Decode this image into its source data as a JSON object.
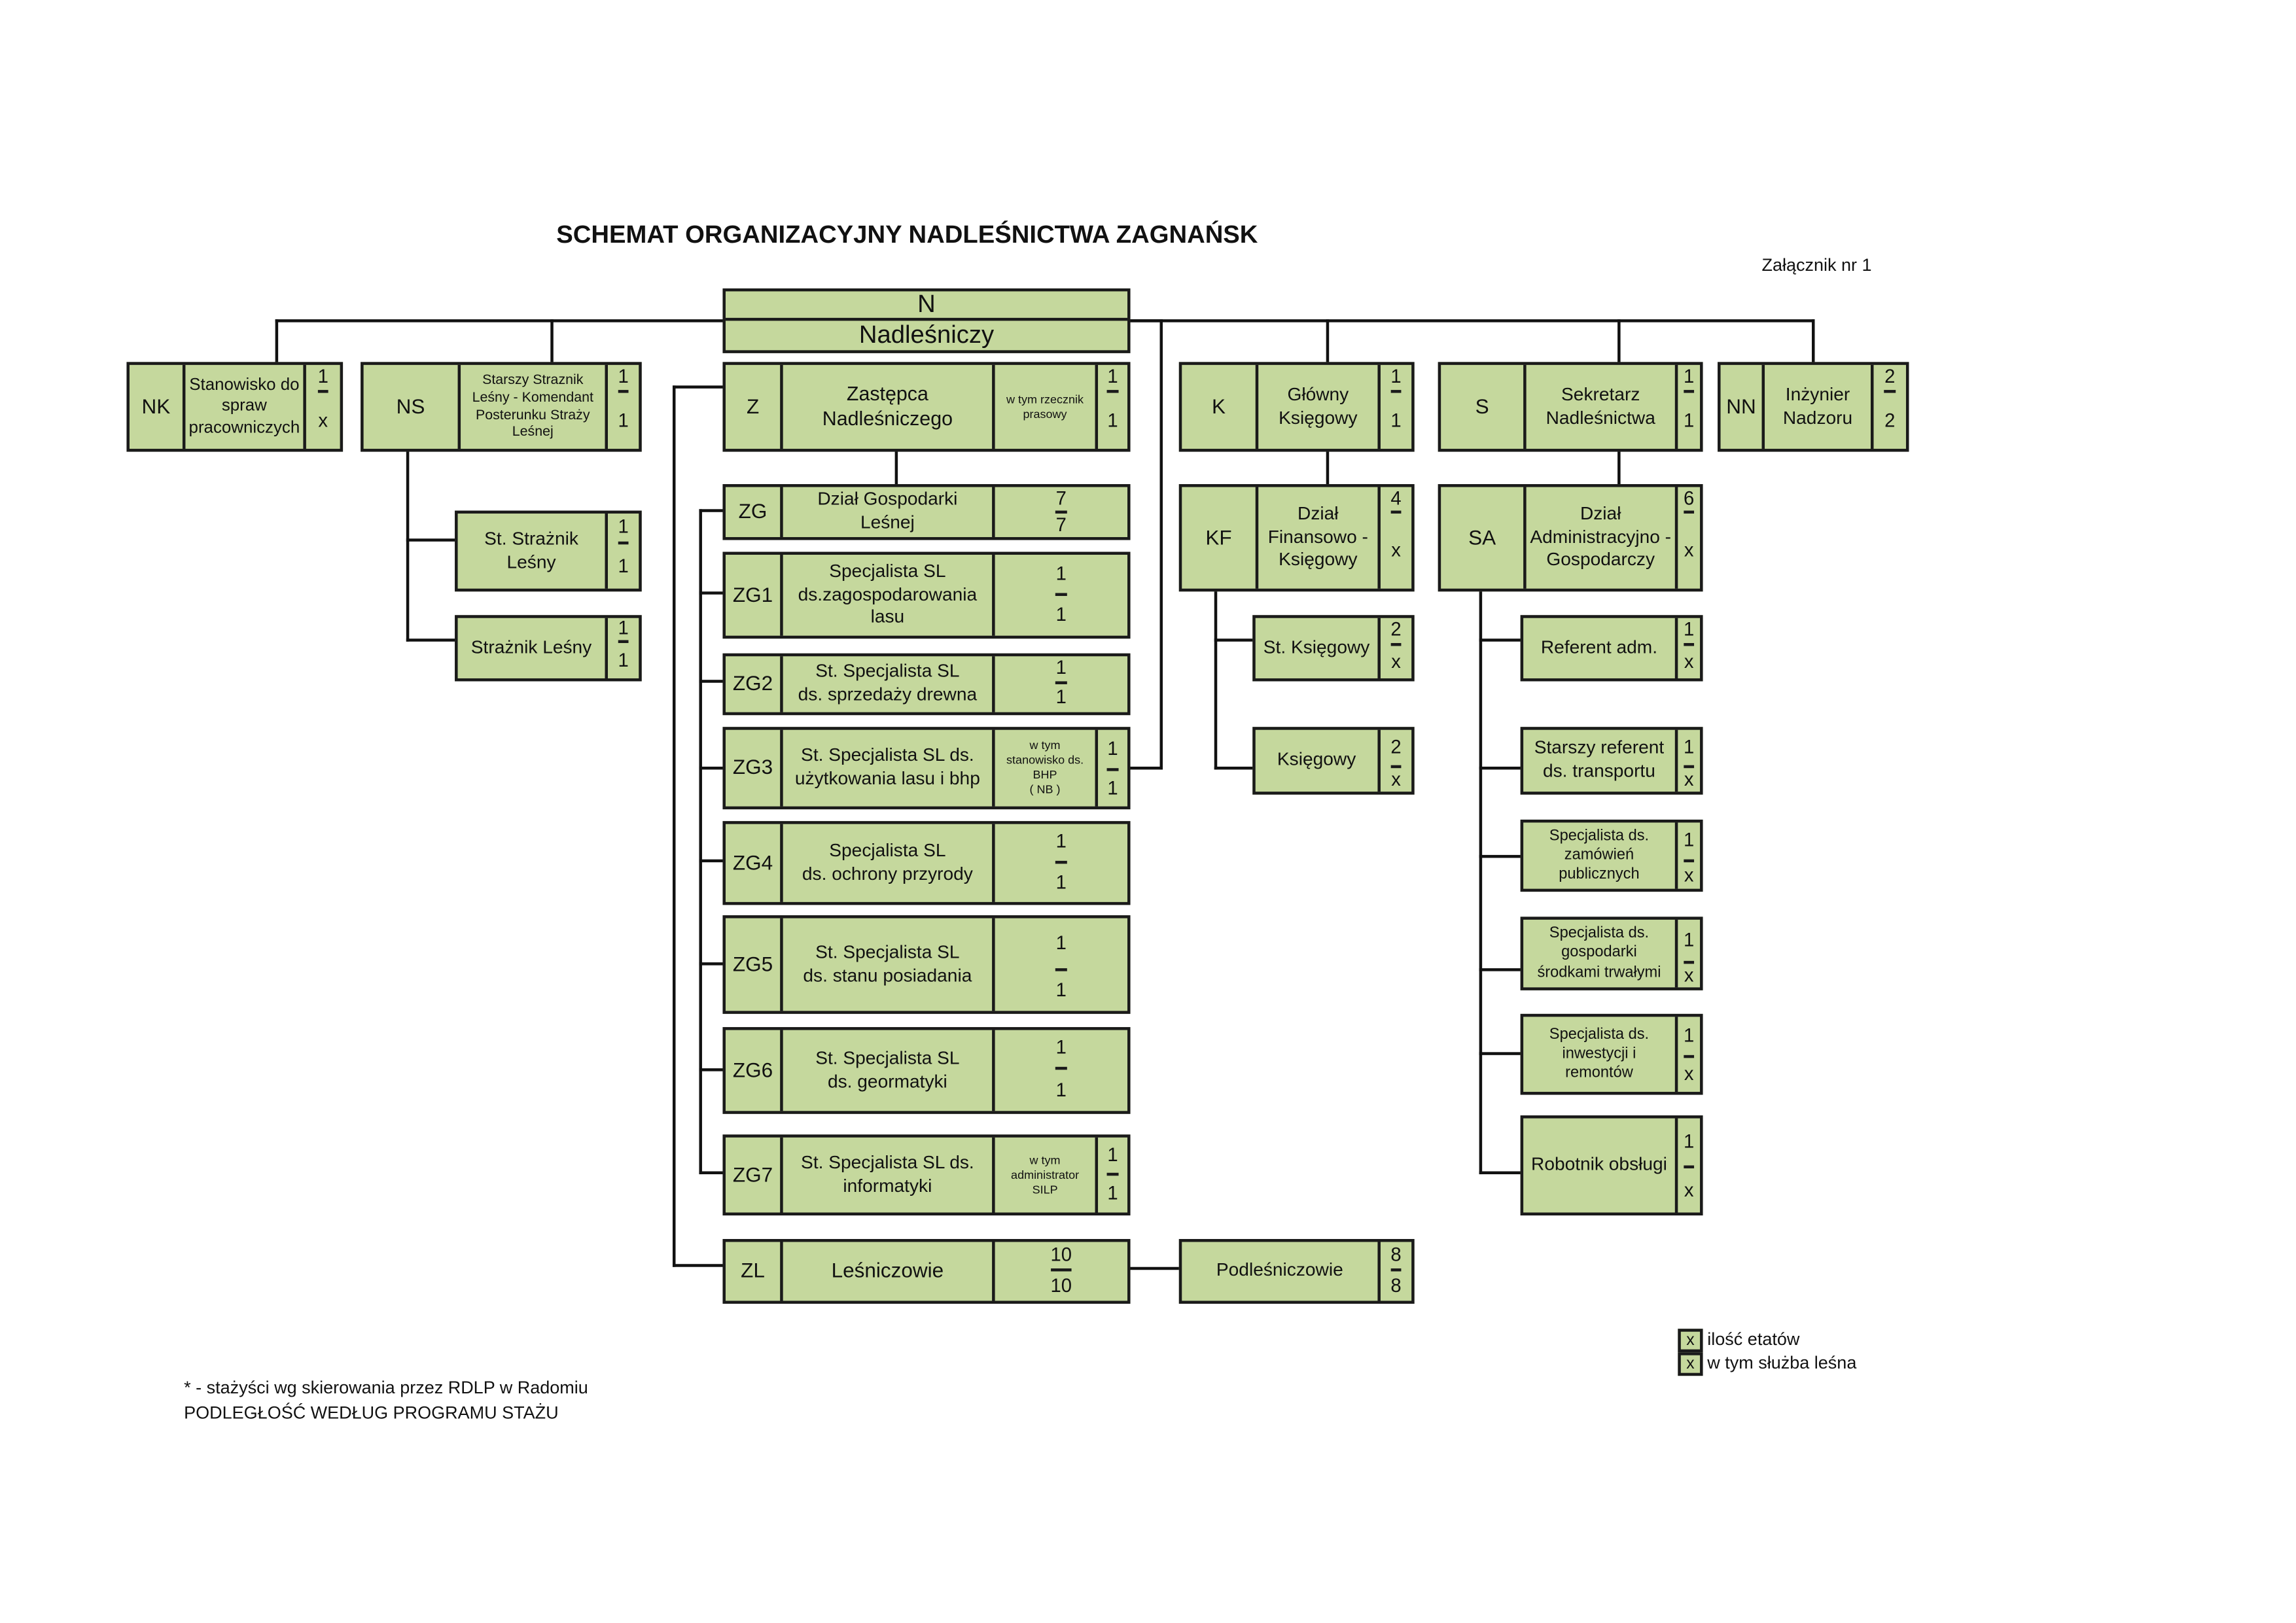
{
  "header": {
    "title": "SCHEMAT ORGANIZACYJNY NADLEŚNICTWA ZAGNAŃSK",
    "annex": "Załącznik nr 1"
  },
  "root": {
    "code": "N",
    "title": "Nadleśniczy"
  },
  "units": {
    "NK": {
      "code": "NK",
      "title": "Stanowisko do\nspraw\npracowniczych",
      "total": "1",
      "sl": "x"
    },
    "NS": {
      "code": "NS",
      "title": "Starszy Straznik\nLeśny - Komendant\nPosterunku Straży\nLeśnej",
      "total": "1",
      "sl": "1"
    },
    "NS1": {
      "title": "St. Strażnik\nLeśny",
      "total": "1",
      "sl": "1"
    },
    "NS2": {
      "title": "Strażnik Leśny",
      "total": "1",
      "sl": "1"
    },
    "Z": {
      "code": "Z",
      "title": "Zastępca\nNadleśniczego",
      "note": "w tym rzecznik\nprasowy",
      "total": "1",
      "sl": "1"
    },
    "ZG": {
      "code": "ZG",
      "title": "Dział Gospodarki\nLeśnej",
      "total": "7",
      "sl": "7"
    },
    "ZG1": {
      "code": "ZG1",
      "title": "Specjalista SL\nds.zagospodarowania\nlasu",
      "total": "1",
      "sl": "1"
    },
    "ZG2": {
      "code": "ZG2",
      "title": "St. Specjalista SL\nds. sprzedaży drewna",
      "total": "1",
      "sl": "1"
    },
    "ZG3": {
      "code": "ZG3",
      "title": "St. Specjalista SL ds.\nużytkowania lasu i bhp",
      "note": "w tym\nstanowisko ds.\nBHP\n( NB )",
      "total": "1",
      "sl": "1"
    },
    "ZG4": {
      "code": "ZG4",
      "title": "Specjalista SL\nds. ochrony przyrody",
      "total": "1",
      "sl": "1"
    },
    "ZG5": {
      "code": "ZG5",
      "title": "St. Specjalista SL\nds. stanu posiadania",
      "total": "1",
      "sl": "1"
    },
    "ZG6": {
      "code": "ZG6",
      "title": "St. Specjalista SL\nds. geormatyki",
      "total": "1",
      "sl": "1"
    },
    "ZG7": {
      "code": "ZG7",
      "title": "St. Specjalista SL ds.\ninformatyki",
      "note": "w tym\nadministrator\nSILP",
      "total": "1",
      "sl": "1"
    },
    "ZL": {
      "code": "ZL",
      "title": "Leśniczowie",
      "total": "10",
      "sl": "10"
    },
    "ZL1": {
      "title": "Podleśniczowie",
      "total": "8",
      "sl": "8"
    },
    "K": {
      "code": "K",
      "title": "Główny\nKsięgowy",
      "total": "1",
      "sl": "1"
    },
    "KF": {
      "code": "KF",
      "title": "Dział\nFinansowo -\nKsięgowy",
      "total": "4",
      "sl": "x"
    },
    "KF1": {
      "title": "St. Księgowy",
      "total": "2",
      "sl": "x"
    },
    "KF2": {
      "title": "Księgowy",
      "total": "2",
      "sl": "x"
    },
    "S": {
      "code": "S",
      "title": "Sekretarz\nNadleśnictwa",
      "total": "1",
      "sl": "1"
    },
    "SA": {
      "code": "SA",
      "title": "Dział\nAdministracyjno -\nGospodarczy",
      "total": "6",
      "sl": "x"
    },
    "SA1": {
      "title": "Referent adm.",
      "total": "1",
      "sl": "x"
    },
    "SA2": {
      "title": "Starszy referent\nds. transportu",
      "total": "1",
      "sl": "x"
    },
    "SA3": {
      "title": "Specjalista ds.\nzamówień\npublicznych",
      "total": "1",
      "sl": "x"
    },
    "SA4": {
      "title": "Specjalista ds.\ngospodarki\nśrodkami trwałymi",
      "total": "1",
      "sl": "x"
    },
    "SA5": {
      "title": "Specjalista ds.\ninwestycji i\nremontów",
      "total": "1",
      "sl": "x"
    },
    "SA6": {
      "title": "Robotnik obsługi",
      "total": "1",
      "sl": "x"
    },
    "NN": {
      "code": "NN",
      "title": "Inżynier\nNadzoru",
      "total": "2",
      "sl": "2"
    }
  },
  "legend": [
    {
      "mark": "x",
      "label": "ilość etatów"
    },
    {
      "mark": "x",
      "label": "w tym służba leśna"
    }
  ],
  "footer": {
    "note": "* - stażyści wg skierowania przez RDLP w Radomiu",
    "subordination": "PODLEGŁOŚĆ WEDŁUG PROGRAMU STAŻU"
  },
  "colors": {
    "box_fill": "#c5d89d",
    "border": "#1a1a1a"
  }
}
